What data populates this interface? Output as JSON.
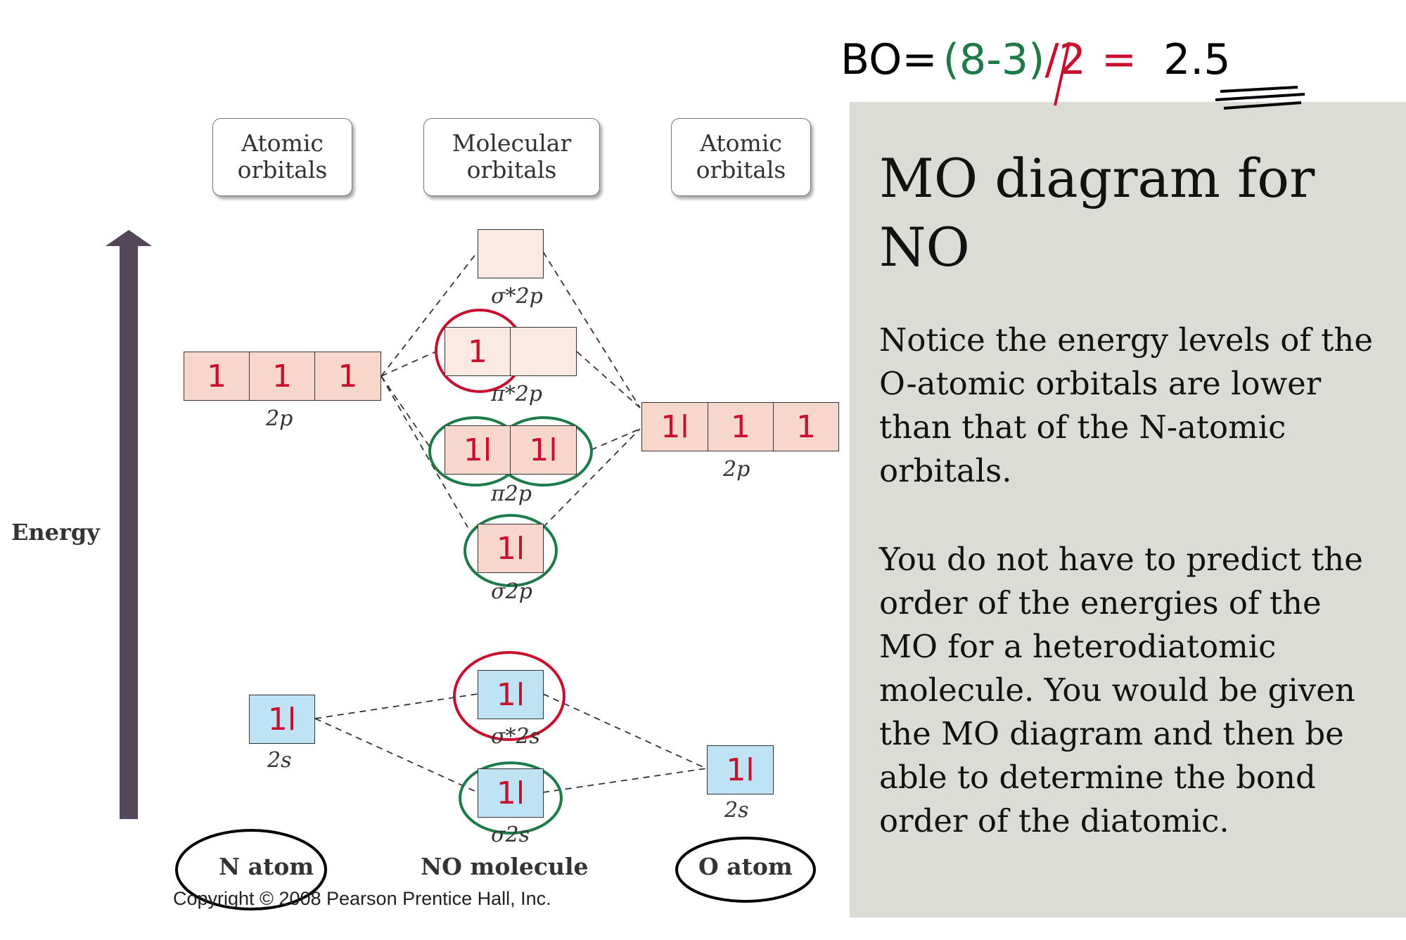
{
  "headers": {
    "left": [
      "Atomic",
      "orbitals"
    ],
    "middle": [
      "Molecular",
      "orbitals"
    ],
    "right": [
      "Atomic",
      "orbitals"
    ]
  },
  "energy_label": "Energy",
  "labels": {
    "n_2p": "2p",
    "o_2p": "2p",
    "n_2s": "2s",
    "o_2s": "2s",
    "sigma_star_2p": "σ*2p",
    "pi_star_2p": "π*2p",
    "pi_2p": "π2p",
    "sigma_2p": "σ2p",
    "sigma_star_2s": "σ*2s",
    "sigma_2s": "σ2s"
  },
  "species": {
    "n_atom": "N atom",
    "no_molecule": "NO molecule",
    "o_atom": "O atom"
  },
  "copyright": "Copyright © 2008 Pearson Prentice Hall, Inc.",
  "orbitals": {
    "n_2p": [
      "1",
      "1",
      "1"
    ],
    "o_2p": [
      "1l",
      "1",
      "1"
    ],
    "sigma_star_2p": [
      ""
    ],
    "pi_star_2p": [
      "1",
      ""
    ],
    "pi_2p": [
      "1l",
      "1l"
    ],
    "sigma_2p": [
      "1l"
    ],
    "n_2s": [
      "1l"
    ],
    "o_2s": [
      "1l"
    ],
    "sigma_star_2s": [
      "1l"
    ],
    "sigma_2s": [
      "1l"
    ]
  },
  "bond_order": {
    "prefix": "BO=",
    "numerator": "(8-3)",
    "divisor": "/2",
    "equals": "=",
    "result": "2.5"
  },
  "panel": {
    "title": "MO diagram for NO",
    "paragraph1": "Notice the energy levels of the O-atomic orbitals are lower than that of the N-atomic orbitals.",
    "paragraph2": "You do not have to predict the order of the energies of the MO for a heterodiatomic molecule.  You would be given the MO diagram and then be able to determine the bond order of the diatomic."
  },
  "colors": {
    "annotation_red": "#c8102e",
    "annotation_green": "#1f7a4a",
    "annotation_black": "#000000",
    "arrow": "#54475a",
    "panel": "#dcdcd6"
  }
}
